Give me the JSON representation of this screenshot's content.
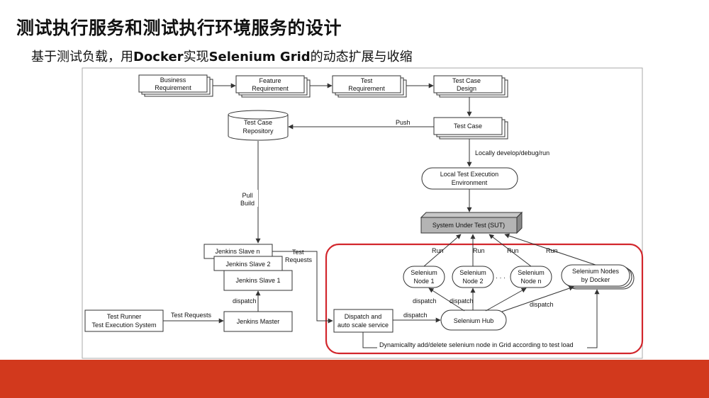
{
  "title": "测试执行服务和测试执行环境服务的设计",
  "subtitle_pre": "基于测试负载，用",
  "subtitle_bold": "Docker",
  "subtitle_mid": "实现",
  "subtitle_bold2": "Selenium Grid",
  "subtitle_post": "的动态扩展与收缩",
  "colors": {
    "accent_bar": "#d2391d",
    "highlight_border": "#d2262c"
  },
  "nodes": {
    "business_req": [
      "Business",
      "Requirement"
    ],
    "feature_req": [
      "Feature",
      "Requirement"
    ],
    "test_req": [
      "Test",
      "Requirement"
    ],
    "test_case_design": [
      "Test Case",
      "Design"
    ],
    "test_case_repo": [
      "Test Case",
      "Repository"
    ],
    "test_case": "Test Case",
    "local_env": [
      "Local Test Execution",
      "Environment"
    ],
    "sut": "System Under Test (SUT)",
    "jenkins_slave_n": "Jenkins Slave n",
    "jenkins_slave_2": "Jenkins Slave 2",
    "jenkins_slave_1": "Jenkins Slave 1",
    "jenkins_master": "Jenkins Master",
    "test_runner": [
      "Test Runner",
      "Test Execution System"
    ],
    "dispatch_service": [
      "Dispatch and",
      "auto scale service"
    ],
    "selenium_hub": "Selenium Hub",
    "node1": [
      "Selenium",
      "Node 1"
    ],
    "node2": [
      "Selenium",
      "Node 2"
    ],
    "noden": [
      "Selenium",
      "Node n"
    ],
    "docker_nodes": [
      "Selenium Nodes",
      "by Docker"
    ],
    "ellipsis": "· · ·"
  },
  "labels": {
    "push": "Push",
    "local_dev": "Locally develop/debug/run",
    "pull_build": [
      "Pull",
      "Build"
    ],
    "test_requests_top": [
      "Test",
      "Requests"
    ],
    "dispatch_jenkins": "dispatch",
    "test_requests": "Test Requests",
    "dispatch_hub": "dispatch",
    "run": "Run",
    "dispatch": "dispatch",
    "dynamic": "Dynamicallty add/delete selenium node in Grid according to test load"
  }
}
